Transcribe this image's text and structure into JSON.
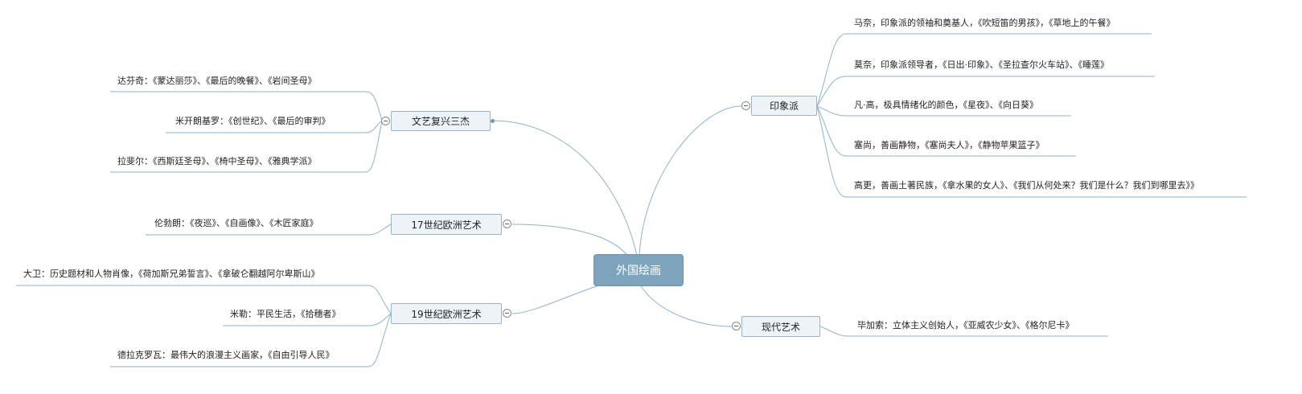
{
  "root": {
    "label": "外国绘画"
  },
  "branches": {
    "renaissance": {
      "label": "文艺复兴三杰",
      "items": [
        "达芬奇：《蒙达丽莎》、《最后的晚餐》、《岩间圣母》",
        "米开朗基罗：《创世纪》、《最后的审判》",
        "拉斐尔：《西斯廷圣母》、《椅中圣母》、《雅典学派》"
      ]
    },
    "c17": {
      "label": "17世纪欧洲艺术",
      "items": [
        "伦勃朗：《夜巡》、《自画像》、《木匠家庭》"
      ]
    },
    "c19": {
      "label": "19世纪欧洲艺术",
      "items": [
        "大卫：历史题材和人物肖像，《荷加斯兄弟誓言》、《拿破仑翻越阿尔卑斯山》",
        "米勒：平民生活，《拾穗者》",
        "德拉克罗瓦：最伟大的浪漫主义画家，《自由引导人民》"
      ]
    },
    "impressionism": {
      "label": "印象派",
      "items": [
        "马奈，印象派的领袖和奠基人，《吹短笛的男孩》，《草地上的午餐》",
        "莫奈，印象派领导者，《日出·印象》、《圣拉查尔火车站》、《睡莲》",
        "凡·高，极具情绪化的颜色，《星夜》、《向日葵》",
        "塞尚，善画静物，《塞尚夫人》，《静物苹果篮子》",
        "高更，善画土著民族，《拿水果的女人》、《我们从何处来？我们是什么？我们到哪里去》》"
      ]
    },
    "modern": {
      "label": "现代艺术",
      "items": [
        "毕加索：立体主义创始人，《亚威农少女》、《格尔尼卡》"
      ]
    }
  },
  "colors": {
    "root_fill": "#7ea3bd",
    "branch_fill": "#eef3f8",
    "connector": "#8fb2c9"
  }
}
